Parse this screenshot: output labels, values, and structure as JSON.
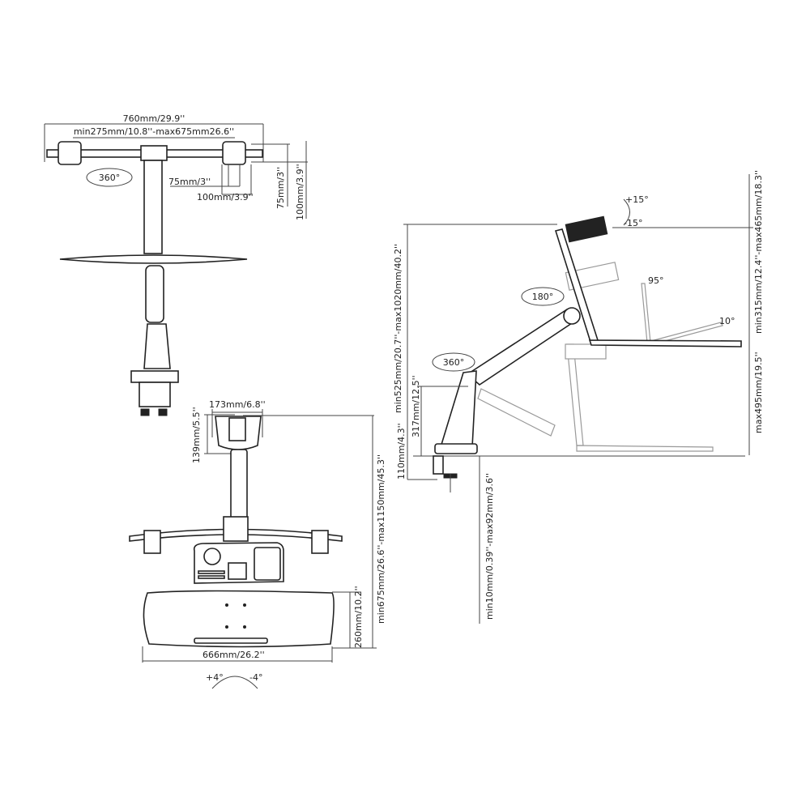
{
  "top_view": {
    "overall_width": "760mm/29.9''",
    "arm_range": "min275mm/10.8''-max675mm26.6''",
    "rotation": "360°",
    "vesa_small_h": "75mm/3''",
    "vesa_large_h": "100mm/3.9''",
    "vesa_small_v": "75mm/3''",
    "vesa_large_v": "100mm/3.9''"
  },
  "front_view": {
    "bracket_width": "173mm/6.8''",
    "bracket_height": "139mm/5.5''",
    "height_range": "min675mm/26.6''-max1150mm/45.3''",
    "tray_depth": "260mm/10.2''",
    "tray_width": "666mm/26.2''",
    "tilt_plus": "+4°",
    "tilt_minus": "-4°"
  },
  "side_view": {
    "tilt_plus": "+15°",
    "tilt_minus": "-15°",
    "monitor_height_range": "min315mm/12.4''-max465mm/18.3''",
    "laptop_angle": "95°",
    "tray_tilt": "10°",
    "swivel_180": "180°",
    "swivel_360": "360°",
    "total_height_range": "min525mm/20.7''-max1020mm/40.2''",
    "pole_height": "317mm/12.5''",
    "base_height": "110mm/4.3''",
    "max_reach": "max495mm/19.5''",
    "clamp_range": "min10mm/0.39''-max92mm/3.6''"
  }
}
